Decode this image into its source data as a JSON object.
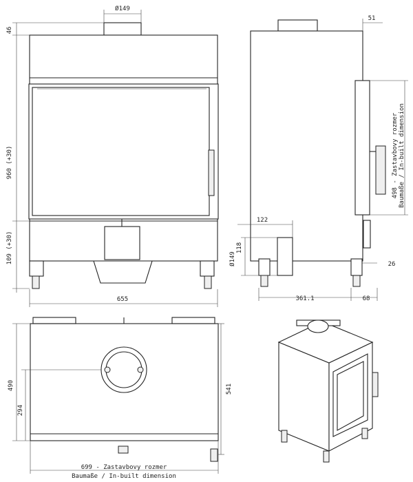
{
  "dimensions": {
    "front_flue_diameter": "Ø149",
    "front_top_offset": "46",
    "front_height": "960 (+30)",
    "front_base_height": "109 (+30)",
    "front_width": "655",
    "side_top_offset": "51",
    "side_inbuilt": "498 - Zastavbovy rozmer",
    "side_inbuilt_label2": "Baumaße / In-built dimension",
    "side_flue_offset": "122",
    "side_flue_height": "118",
    "side_flue_diameter": "Ø149",
    "side_feet_offset": "26",
    "side_depth": "361.1",
    "side_foot_depth": "68",
    "top_height": "490",
    "top_center": "294",
    "top_width_total": "541",
    "top_inbuilt": "699 - Zastavbovy rozmer",
    "top_inbuilt_label2": "Baumaße / In-built dimension"
  }
}
